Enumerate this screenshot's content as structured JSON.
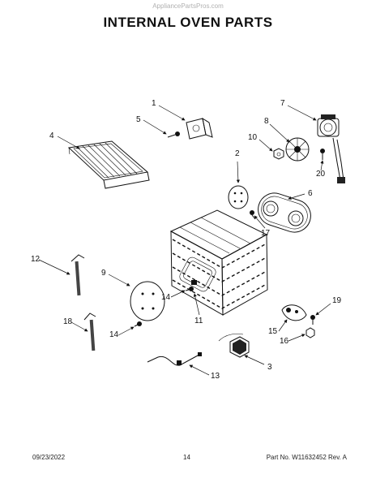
{
  "header": {
    "watermark": "AppliancePartsPros.com",
    "title": "INTERNAL OVEN PARTS"
  },
  "callouts": [
    "1",
    "2",
    "3",
    "4",
    "5",
    "6",
    "7",
    "8",
    "9",
    "10",
    "11",
    "12",
    "13",
    "14",
    "14",
    "15",
    "16",
    "17",
    "18",
    "19",
    "20"
  ],
  "footer": {
    "date": "09/23/2022",
    "page": "14",
    "part_info": "Part No. W11632452  Rev. A"
  }
}
